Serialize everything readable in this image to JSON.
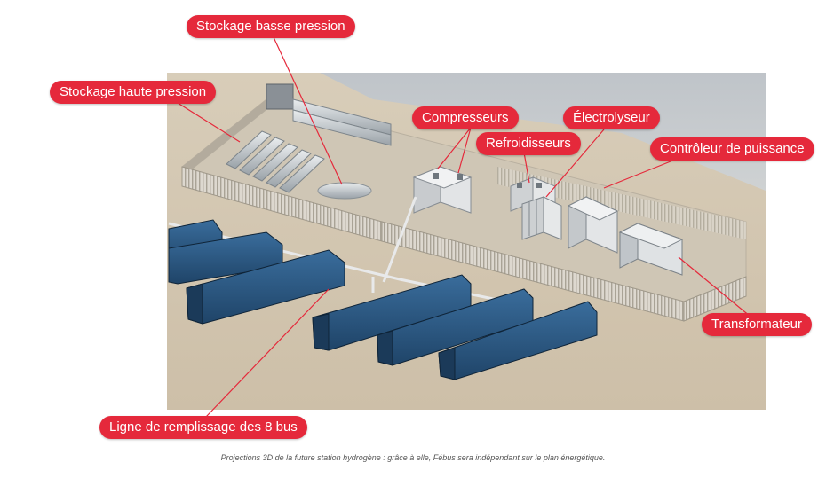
{
  "callouts": {
    "stockage_basse_pression": "Stockage basse pression",
    "stockage_haute_pression": "Stockage haute pression",
    "compresseurs": "Compresseurs",
    "electrolyseur": "Électrolyseur",
    "refroidisseurs": "Refroidisseurs",
    "controleur_puissance": "Contrôleur de puissance",
    "transformateur": "Transformateur",
    "ligne_remplissage": "Ligne de remplissage des 8 bus"
  },
  "caption": "Projections 3D de la future station hydrogène : grâce à elle, Fébus sera indépendant sur le plan énergétique.",
  "colors": {
    "callout": "#e5293b",
    "bus_body": "#2f5f8c",
    "ground": "#d6cbb8",
    "sky": "#c2c7cb"
  }
}
